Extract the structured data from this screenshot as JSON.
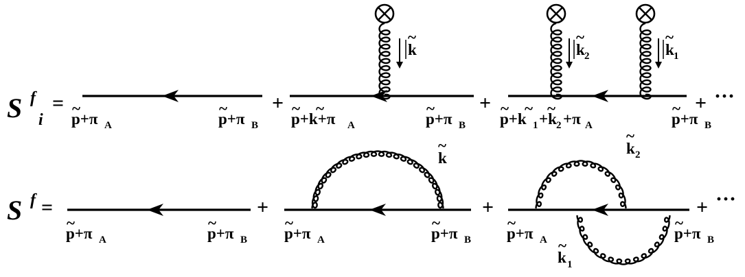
{
  "equations": [
    {
      "lhs": {
        "symbol": "S",
        "superscript": "f",
        "subscript": "i",
        "equals": "="
      },
      "terms": [
        {
          "left_label": "p+π",
          "left_sub": "A",
          "right_label": "p+π",
          "right_sub": "B"
        },
        {
          "left_label": "p+k+π",
          "left_sub": "A",
          "right_label": "p+π",
          "right_sub": "B",
          "gluon_label": "k"
        },
        {
          "left_label": "p+k",
          "left_k1_sub": "1",
          "left_mid": "+k",
          "left_k2_sub": "2",
          "left_tail": "+π",
          "left_sub": "A",
          "right_label": "p+π",
          "right_sub": "B",
          "gluon_labels": [
            {
              "label": "k",
              "sub": "2"
            },
            {
              "label": "k",
              "sub": "1"
            }
          ]
        }
      ],
      "plus": "+",
      "ellipsis": "···"
    },
    {
      "lhs": {
        "symbol": "S",
        "superscript": "f",
        "equals": "="
      },
      "terms": [
        {
          "left_label": "p+π",
          "left_sub": "A",
          "right_label": "p+π",
          "right_sub": "B"
        },
        {
          "left_label": "p+π",
          "left_sub": "A",
          "right_label": "p+π",
          "right_sub": "B",
          "loop_label": "k"
        },
        {
          "left_label": "p+π",
          "left_sub": "A",
          "right_label": "p+π",
          "right_sub": "B",
          "loop_labels": [
            {
              "label": "k",
              "sub": "2"
            },
            {
              "label": "k",
              "sub": "1"
            }
          ]
        }
      ],
      "plus": "+",
      "ellipsis": "···"
    }
  ],
  "symbols": {
    "external_field": "circled-cross-icon",
    "propagator_arrow": "arrow-left-icon",
    "momentum_arrow": "arrow-down-icon"
  }
}
